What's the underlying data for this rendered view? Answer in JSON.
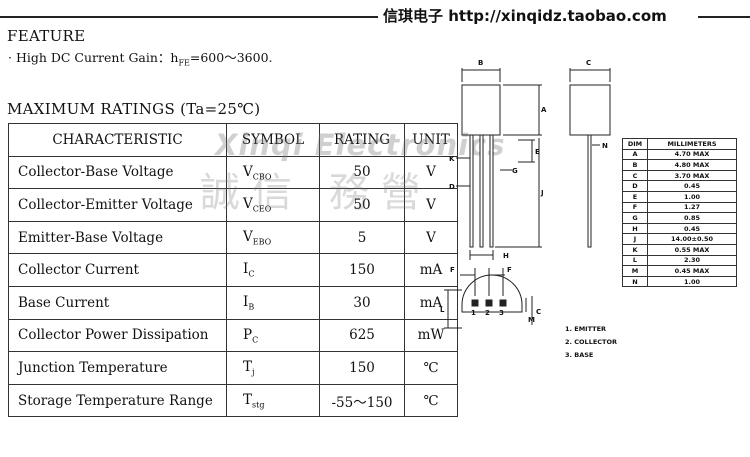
{
  "header": {
    "site": "信琪电子 http://xinqidz.taobao.com"
  },
  "feature": {
    "title": "FEATURE",
    "line_prefix": "· High DC Current Gain：h",
    "line_sub": "FE",
    "line_suffix": "=600～3600."
  },
  "ratings": {
    "title": "MAXIMUM RATINGS (Ta=25℃)",
    "columns": [
      "CHARACTERISTIC",
      "SYMBOL",
      "RATING",
      "UNIT"
    ],
    "rows": [
      {
        "name": "Collector-Base Voltage",
        "sym": "V",
        "sub": "CBO",
        "rating": "50",
        "unit": "V"
      },
      {
        "name": "Collector-Emitter Voltage",
        "sym": "V",
        "sub": "CEO",
        "rating": "50",
        "unit": "V"
      },
      {
        "name": "Emitter-Base Voltage",
        "sym": "V",
        "sub": "EBO",
        "rating": "5",
        "unit": "V"
      },
      {
        "name": "Collector Current",
        "sym": "I",
        "sub": "C",
        "rating": "150",
        "unit": "mA"
      },
      {
        "name": "Base Current",
        "sym": "I",
        "sub": "B",
        "rating": "30",
        "unit": "mA"
      },
      {
        "name": "Collector Power Dissipation",
        "sym": "P",
        "sub": "C",
        "rating": "625",
        "unit": "mW"
      },
      {
        "name": "Junction Temperature",
        "sym": "T",
        "sub": "j",
        "rating": "150",
        "unit": "℃"
      },
      {
        "name": "Storage Temperature Range",
        "sym": "T",
        "sub": "stg",
        "rating": "-55～150",
        "unit": "℃"
      }
    ]
  },
  "watermark": {
    "brand": "Xinqi Electronics",
    "chars": "誠信 務營"
  },
  "drawing": {
    "labels": {
      "B": "B",
      "C": "C",
      "A": "A",
      "K": "K",
      "D": "D",
      "G": "G",
      "E": "E",
      "J": "J",
      "N": "N",
      "H": "H",
      "F": "F",
      "L": "L",
      "M": "M",
      "pin1": "1",
      "pin2": "2",
      "pin3": "3"
    }
  },
  "dimensions": {
    "header": [
      "DIM",
      "MILLIMETERS"
    ],
    "rows": [
      [
        "A",
        "4.70  MAX"
      ],
      [
        "B",
        "4.80  MAX"
      ],
      [
        "C",
        "3.70  MAX"
      ],
      [
        "D",
        "0.45"
      ],
      [
        "E",
        "1.00"
      ],
      [
        "F",
        "1.27"
      ],
      [
        "G",
        "0.85"
      ],
      [
        "H",
        "0.45"
      ],
      [
        "J",
        "14.00±0.50"
      ],
      [
        "K",
        "0.55  MAX"
      ],
      [
        "L",
        "2.30"
      ],
      [
        "M",
        "0.45  MAX"
      ],
      [
        "N",
        "1.00"
      ]
    ]
  },
  "pins": [
    "1. EMITTER",
    "2. COLLECTOR",
    "3. BASE"
  ]
}
